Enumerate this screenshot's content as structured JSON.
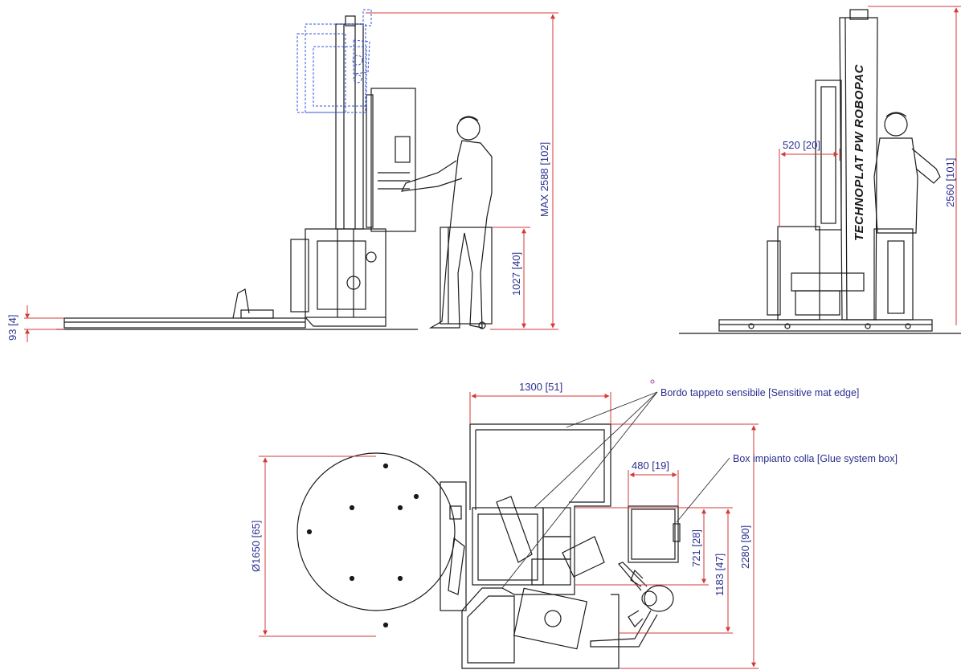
{
  "colors": {
    "line": "#1a1a1a",
    "dimension_line": "#d43a3a",
    "dimension_text": "#2a2f8f",
    "ghost": "#3355dd",
    "leader": "#333333"
  },
  "dimensions": {
    "height_max": "MAX 2588 [102]",
    "panel_height": "1027 [40]",
    "rail_height": "93 [4]",
    "mast_offset": "520 [20]",
    "height_right": "2560 [101]",
    "width_top": "1300 [51]",
    "box_width": "480 [19]",
    "diameter": "Ø1650 [65]",
    "d_721": "721 [28]",
    "d_1183": "1183 [47]",
    "d_2280": "2280 [90]"
  },
  "labels": {
    "brand": "TECHNOPLAT PW ROBOPAC",
    "sensitive_mat": "Bordo tappeto sensibile  [Sensitive mat edge]",
    "glue_box": "Box impianto colla  [Glue system box]"
  },
  "icons": {
    "operator": "operator-figure-icon",
    "brand_logo": "robopac-logo-icon"
  }
}
